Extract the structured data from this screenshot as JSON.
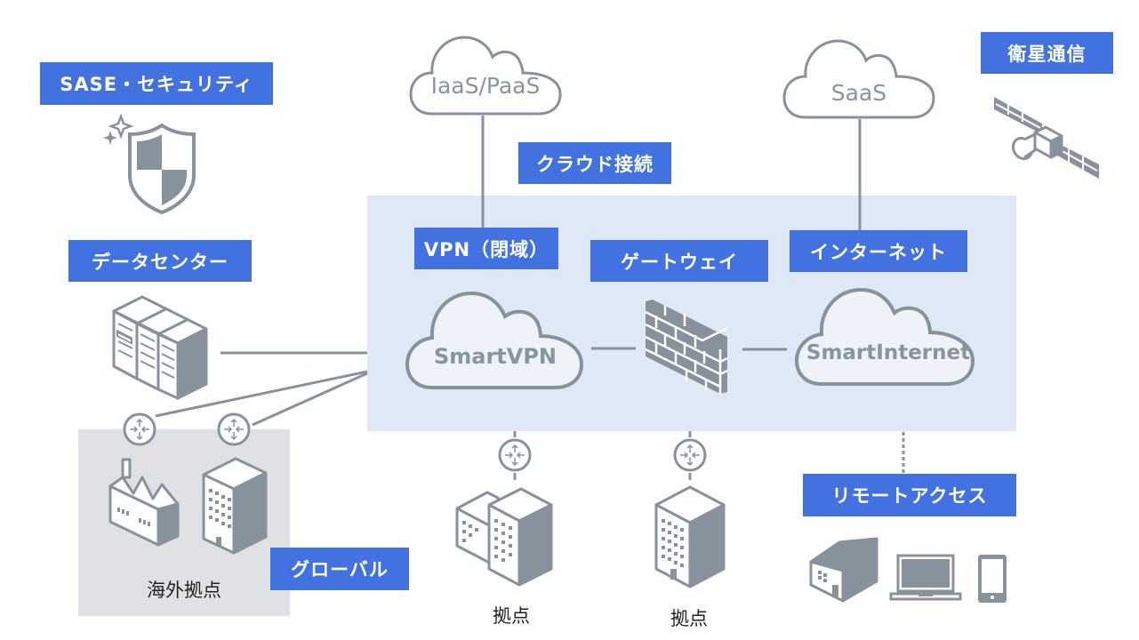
{
  "colors": {
    "label_bg": "#4172df",
    "label_text": "#ffffff",
    "icon_gray": "#87929c",
    "core_zone_bg": "#dfe9f5",
    "global_zone_bg": "#e0e1e5"
  },
  "labels": {
    "sase_security": "SASE・セキュリティ",
    "cloud_connection": "クラウド接続",
    "satellite": "衛星通信",
    "data_center": "データセンター",
    "vpn_closed": "VPN（閉域）",
    "gateway": "ゲートウェイ",
    "internet": "インターネット",
    "remote_access": "リモートアクセス",
    "global": "グローバル"
  },
  "clouds": {
    "iaas_paas": "IaaS/PaaS",
    "saas": "SaaS",
    "smart_vpn": "SmartVPN",
    "smart_internet": "SmartInternet"
  },
  "captions": {
    "overseas_sites": "海外拠点",
    "site_1": "拠点",
    "site_2": "拠点"
  },
  "icons": {
    "shield": "shield-icon",
    "sparkle": "sparkle-icon",
    "satellite": "satellite-icon",
    "server_rack": "server-rack-icon",
    "firewall": "firewall-icon",
    "router": "router-icon",
    "factory": "factory-icon",
    "office_building": "office-building-icon",
    "twin_building": "twin-building-icon",
    "house": "house-icon",
    "laptop": "laptop-icon",
    "smartphone": "smartphone-icon"
  }
}
